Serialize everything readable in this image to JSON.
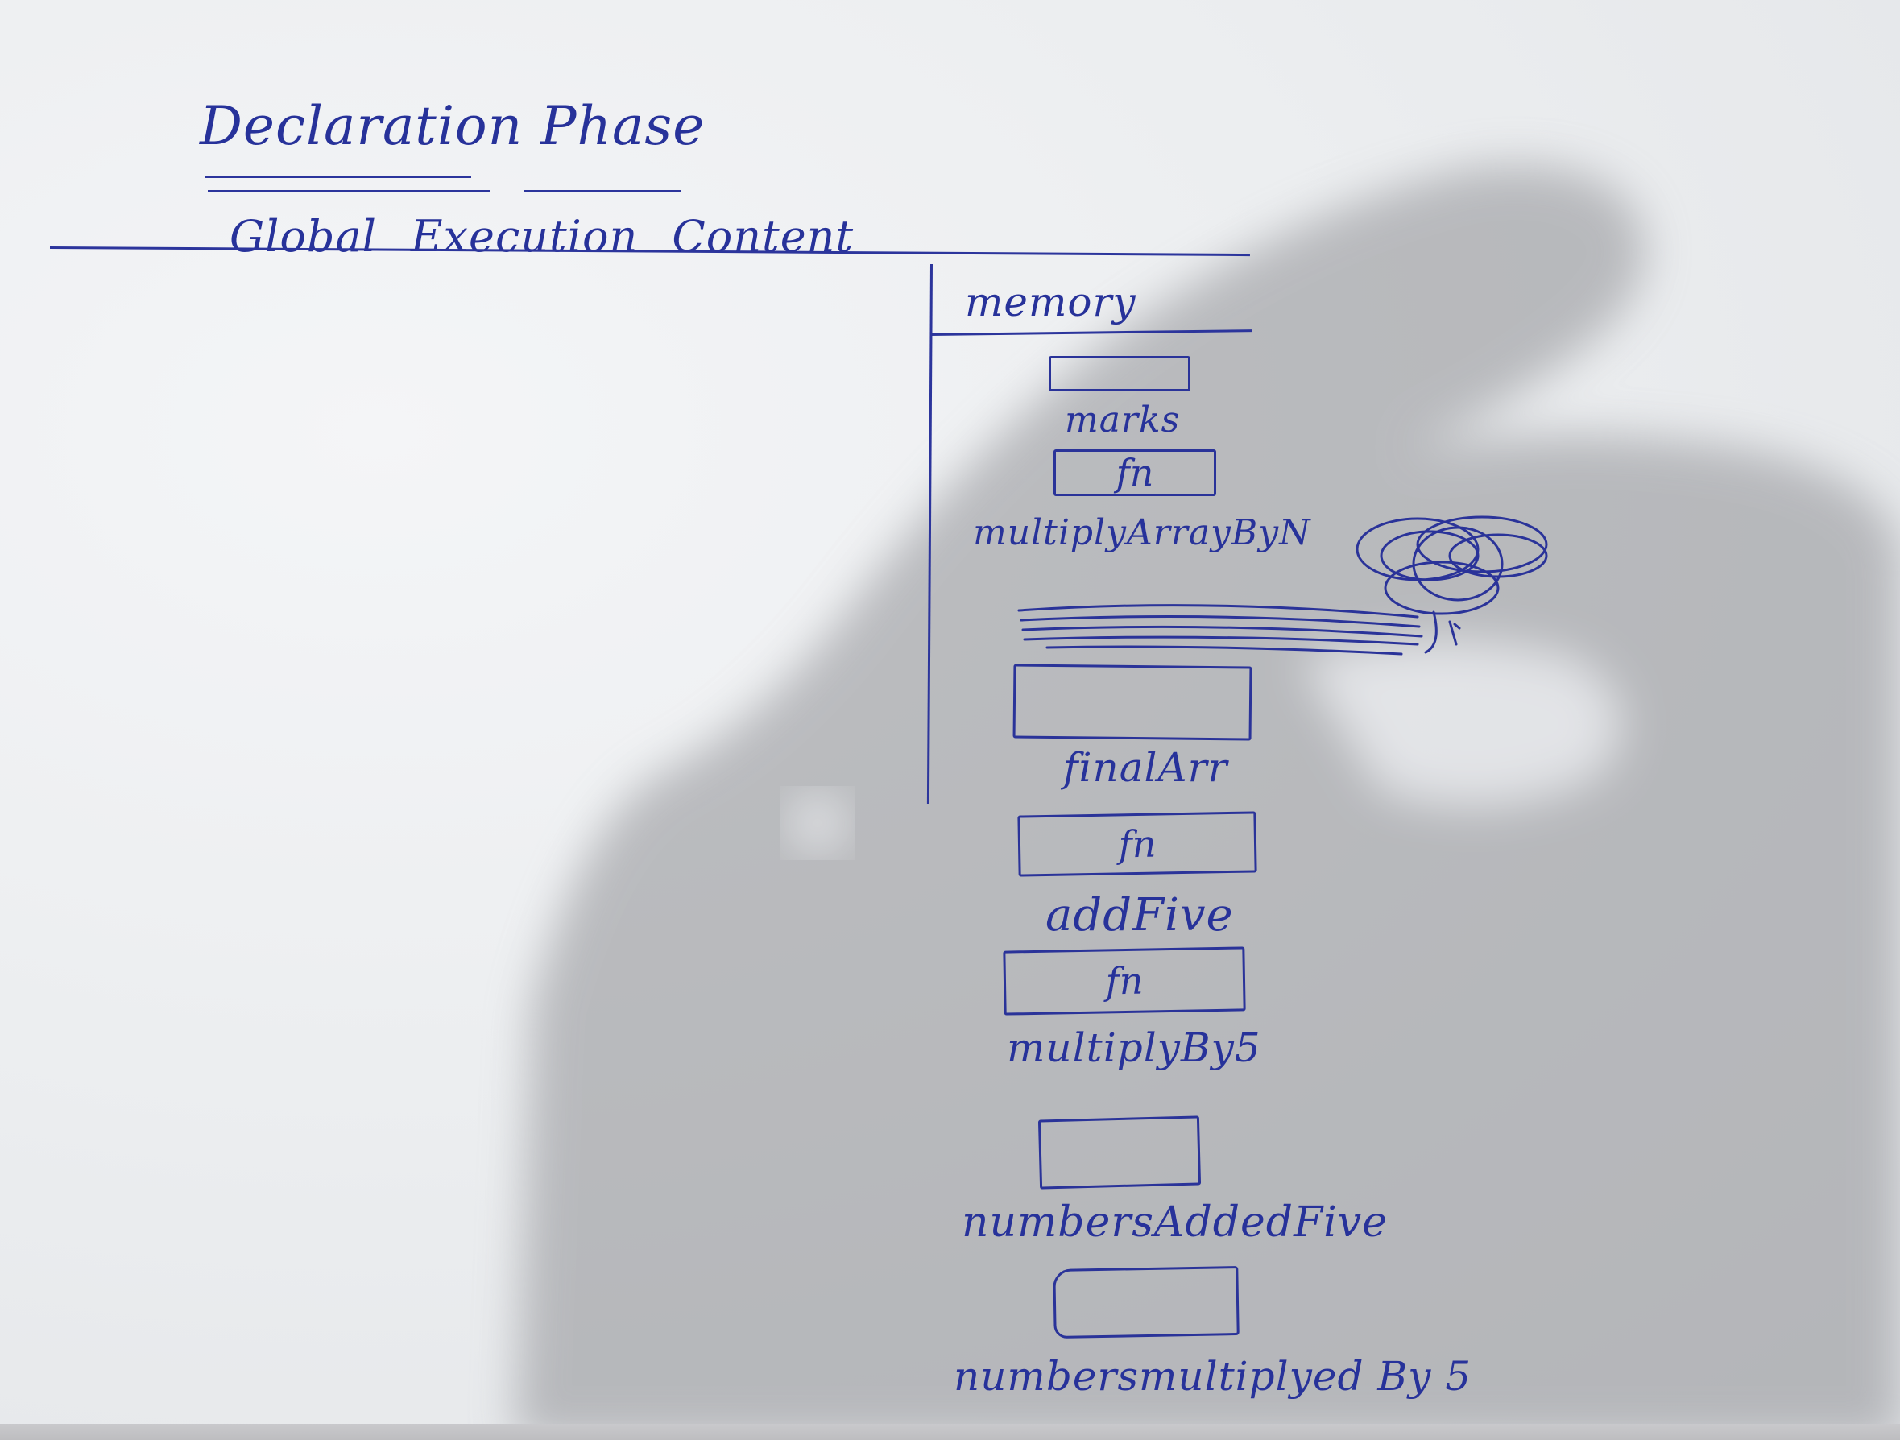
{
  "title": "Declaration Phase",
  "context_heading": "Global Execution Content",
  "memory_heading": "memory",
  "memory_items": [
    {
      "box": "",
      "label": "marks"
    },
    {
      "box": "fn",
      "label": "multiplyArrayByN"
    },
    {
      "box": "",
      "label": "finalArr"
    },
    {
      "box": "fn",
      "label": "addFive"
    },
    {
      "box": "fn",
      "label": "multiplyBy5"
    },
    {
      "box": "",
      "label": "numbersAddedFive"
    },
    {
      "box": "",
      "label": "numbersmultiplyed By 5"
    }
  ],
  "colors": {
    "ink": "#27329a",
    "paper": "#eceef0",
    "shadow": "#8f9094"
  }
}
